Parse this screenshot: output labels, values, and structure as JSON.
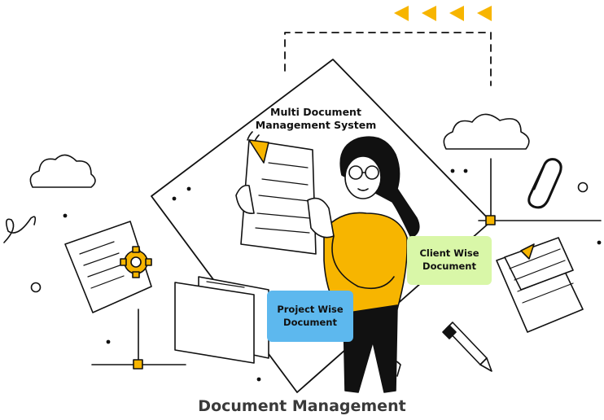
{
  "diagram": {
    "heading": "Multi Document Management System",
    "client_badge": "Client Wise Document",
    "project_badge": "Project Wise Document",
    "caption": "Document Management"
  },
  "colors": {
    "accent_yellow": "#f7b500",
    "client_badge_bg": "#d9f7a8",
    "project_badge_bg": "#5db8ee",
    "outline": "#111111",
    "caption_text": "#3a3a3a"
  },
  "icons": [
    "cloud-icon",
    "gear-icon",
    "folder-icon",
    "document-icon",
    "paperclip-icon",
    "pen-icon",
    "arrow-left-icon"
  ]
}
